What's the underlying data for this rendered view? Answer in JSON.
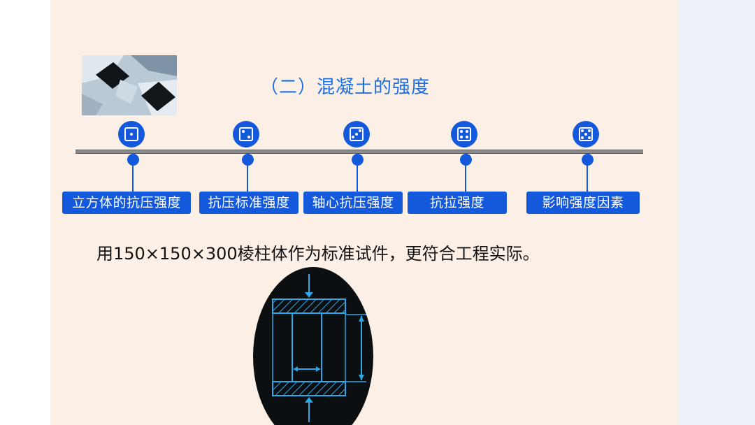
{
  "title": "（二）混凝土的强度",
  "timeline": [
    {
      "label": "立方体的抗压强度",
      "icon": "die-one-icon"
    },
    {
      "label": "抗压标准强度",
      "icon": "die-two-icon"
    },
    {
      "label": "轴心抗压强度",
      "icon": "die-three-icon"
    },
    {
      "label": "抗拉强度",
      "icon": "die-four-icon"
    },
    {
      "label": "影响强度因素",
      "icon": "die-five-icon"
    }
  ],
  "statement": "用150×150×300棱柱体作为标准试件，更符合工程实际。",
  "colors": {
    "accent_blue": "#1459dc",
    "title_blue": "#1e6fe0",
    "slide_background": "#fcf0e6",
    "diagram_cyan": "#2aa8e8"
  }
}
